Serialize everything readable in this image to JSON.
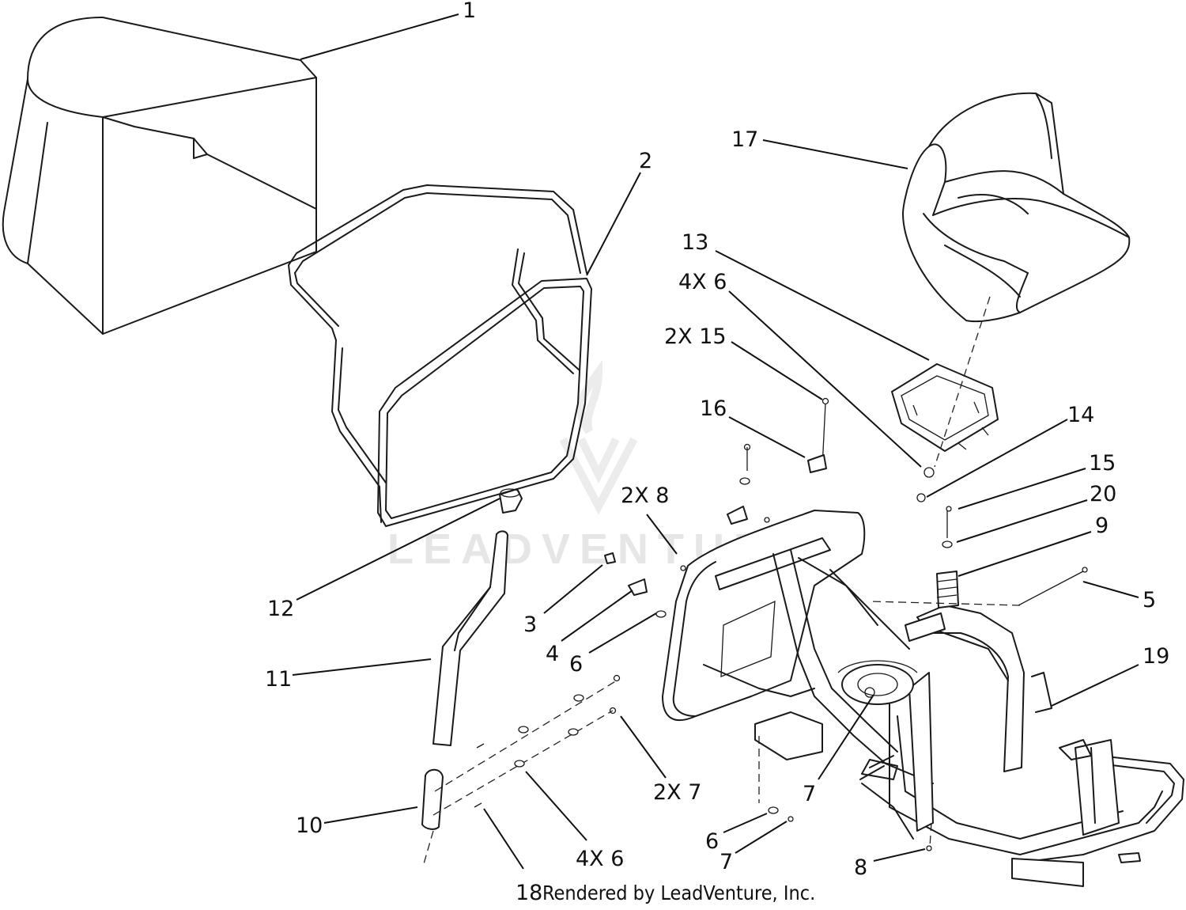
{
  "credit": "Rendered by LeadVenture, Inc.",
  "watermark": "LEADVENTURE",
  "callouts": {
    "c1": "1",
    "c2": "2",
    "c3": "3",
    "c4": "4",
    "c5": "5",
    "c6a": "6",
    "c6b": "6",
    "c7a": "7",
    "c7b": "7",
    "c8": "8",
    "c9": "9",
    "c10": "10",
    "c11": "11",
    "c12": "12",
    "c13": "13",
    "c14": "14",
    "c15": "15",
    "c16": "16",
    "c17": "17",
    "c18": "18",
    "c19": "19",
    "c20": "20",
    "c4x6a": "4X 6",
    "c4x6b": "4X 6",
    "c2x15": "2X 15",
    "c2x8": "2X 8",
    "c2x7": "2X 7"
  }
}
